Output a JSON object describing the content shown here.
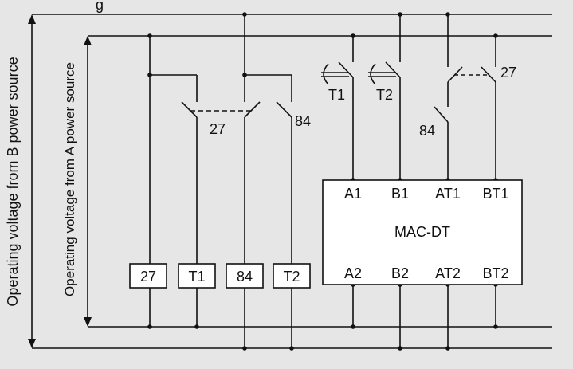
{
  "title_fragment": "g",
  "vertical_labels": {
    "b_source": "Operating voltage from B power source",
    "a_source": "Operating voltage from A power source"
  },
  "relay_boxes": [
    "27",
    "T1",
    "84",
    "T2"
  ],
  "contact_labels": {
    "relay_27_contact": "27",
    "relay_84_contact": "84",
    "timer_t1": "T1",
    "timer_t2": "T2",
    "mac_84": "84",
    "mac_27": "27"
  },
  "mac_dt": {
    "name": "MAC-DT",
    "top_terminals": [
      "A1",
      "B1",
      "AT1",
      "BT1"
    ],
    "bottom_terminals": [
      "A2",
      "B2",
      "AT2",
      "BT2"
    ]
  },
  "colors": {
    "background": "#e6e6e6",
    "line": "#111111",
    "box_fill": "#ffffff"
  }
}
